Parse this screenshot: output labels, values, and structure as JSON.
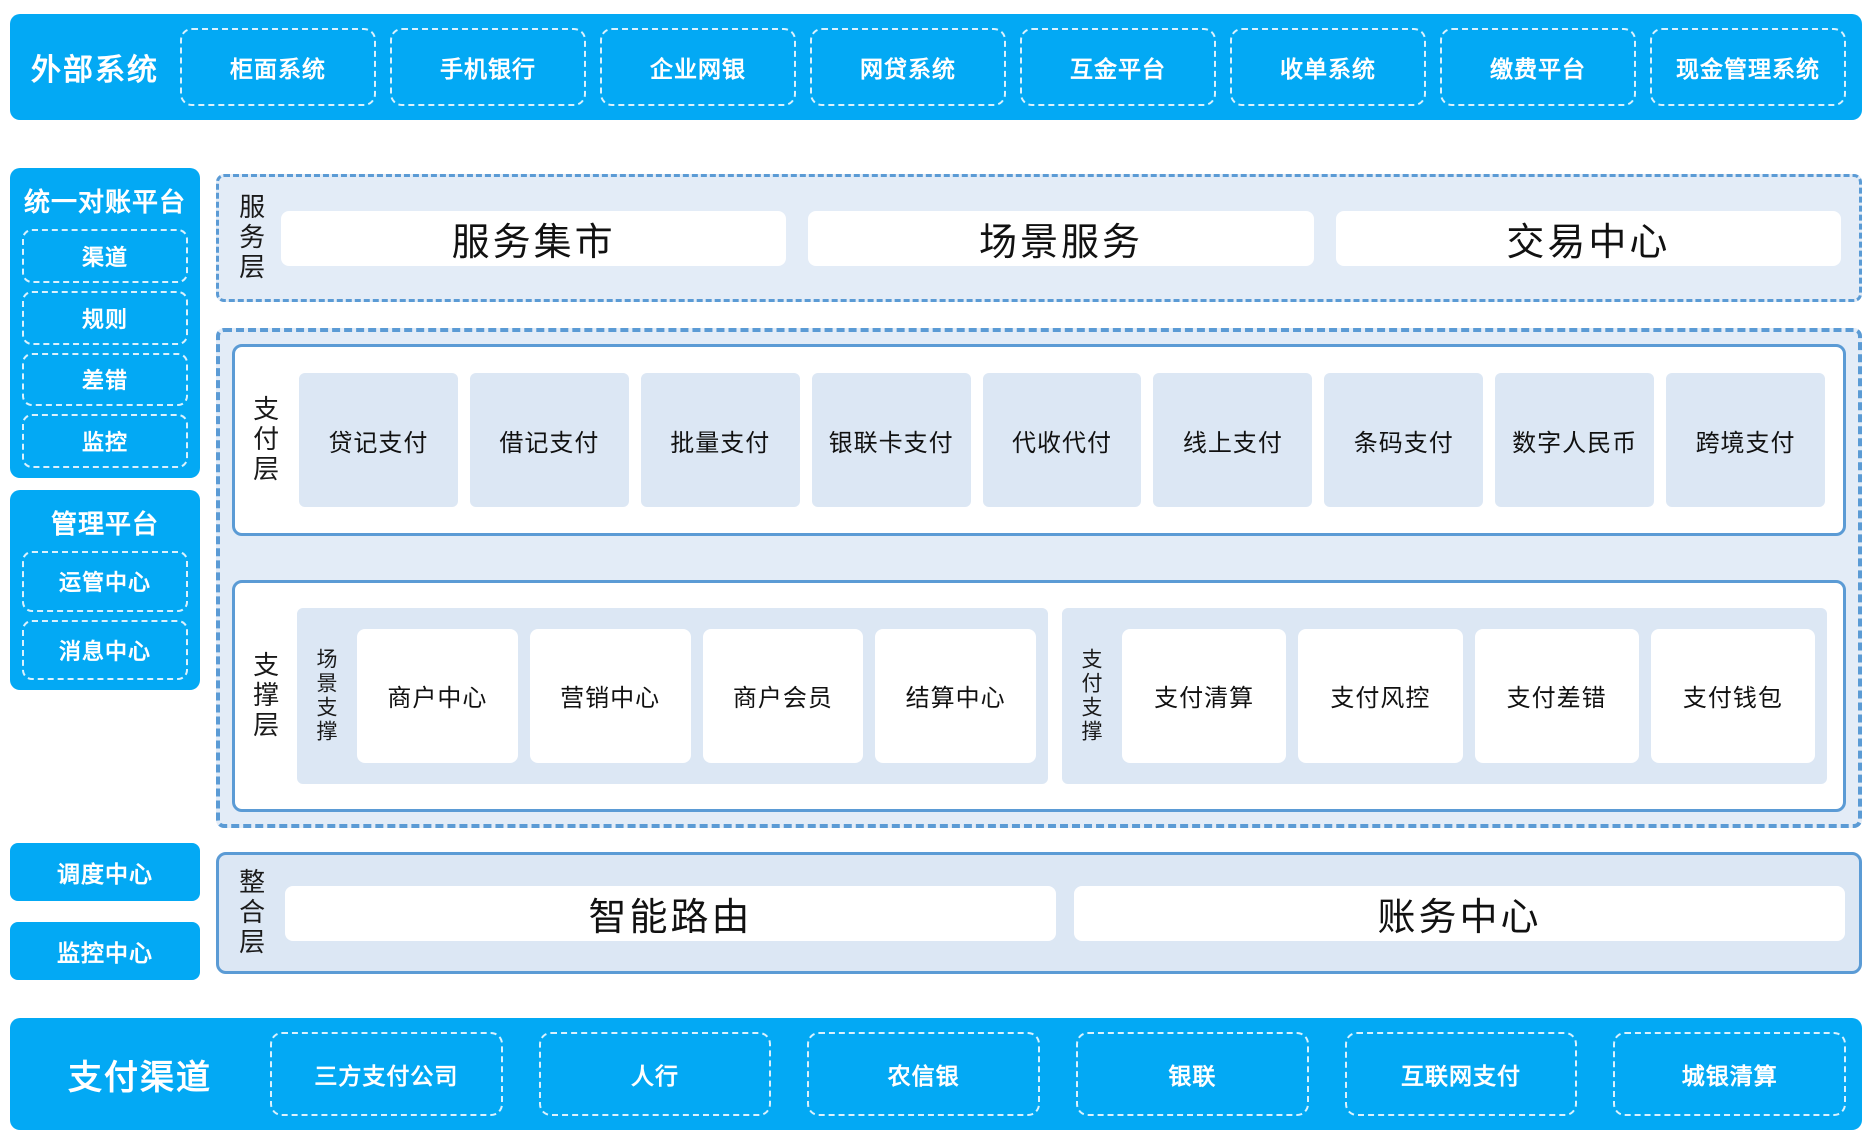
{
  "external_systems": {
    "title": "外部系统",
    "items": [
      "柜面系统",
      "手机银行",
      "企业网银",
      "网贷系统",
      "互金平台",
      "收单系统",
      "缴费平台",
      "现金管理系统"
    ]
  },
  "sidebar": {
    "reconciliation": {
      "title": "统一对账平台",
      "items": [
        "渠道",
        "规则",
        "差错",
        "监控"
      ]
    },
    "management": {
      "title": "管理平台",
      "items": [
        "运管中心",
        "消息中心"
      ]
    },
    "standalone": [
      "调度中心",
      "监控中心"
    ]
  },
  "service_layer": {
    "label": "服务层",
    "items": [
      "服务集市",
      "场景服务",
      "交易中心"
    ]
  },
  "payment_layer": {
    "label": "支付层",
    "items": [
      "贷记支付",
      "借记支付",
      "批量支付",
      "银联卡支付",
      "代收代付",
      "线上支付",
      "条码支付",
      "数字人民币",
      "跨境支付"
    ]
  },
  "support_layer": {
    "label": "支撑层",
    "groups": [
      {
        "label": "场景支撑",
        "items": [
          "商户中心",
          "营销中心",
          "商户会员",
          "结算中心"
        ]
      },
      {
        "label": "支付支撑",
        "items": [
          "支付清算",
          "支付风控",
          "支付差错",
          "支付钱包"
        ]
      }
    ]
  },
  "integration_layer": {
    "label": "整合层",
    "items": [
      "智能路由",
      "账务中心"
    ]
  },
  "payment_channels": {
    "title": "支付渠道",
    "items": [
      "三方支付公司",
      "人行",
      "农信银",
      "银联",
      "互联网支付",
      "城银清算"
    ]
  },
  "colors": {
    "brand_blue": "#03a9f4",
    "layer_border": "#5b9bd5",
    "layer_fill": "#e3ecf7",
    "tile_fill": "#dce7f4",
    "white": "#ffffff"
  }
}
